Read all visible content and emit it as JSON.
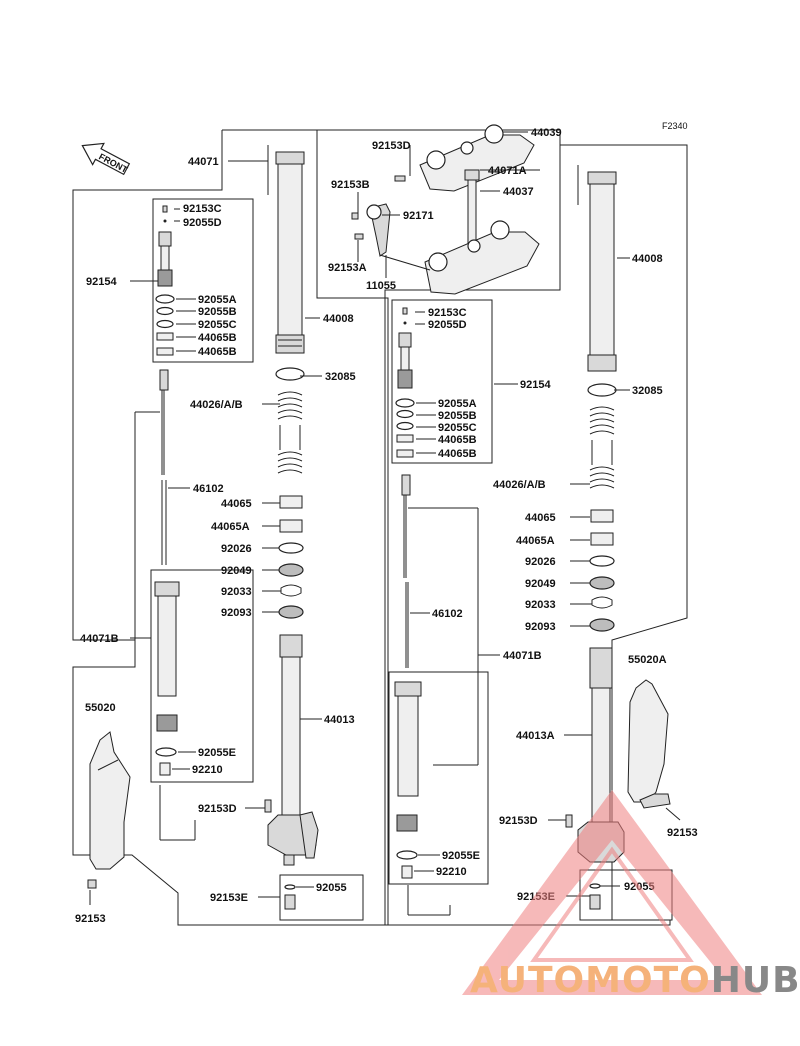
{
  "diagram": {
    "code": "F2340",
    "front_arrow": "FRONT",
    "labels": {
      "l44071": "44071",
      "l44008_left": "44008",
      "l92153C_left": "92153C",
      "l92055D_left": "92055D",
      "l92154_left": "92154",
      "l92055A_left": "92055A",
      "l92055B_left": "92055B",
      "l92055C_left": "92055C",
      "l44065B_left_1": "44065B",
      "l44065B_left_2": "44065B",
      "l32085_left": "32085",
      "l44026_left": "44026/A/B",
      "l46102_left": "46102",
      "l44065_left": "44065",
      "l44065A_left": "44065A",
      "l92026_left": "92026",
      "l92049_left": "92049",
      "l92033_left": "92033",
      "l92093_left": "92093",
      "l44071B_left": "44071B",
      "l44013": "44013",
      "l92055E_left": "92055E",
      "l92210_left": "92210",
      "l55020": "55020",
      "l92153D_left": "92153D",
      "l92153E_left": "92153E",
      "l92055_left": "92055",
      "l92153_left": "92153",
      "l92153D_top": "92153D",
      "l44039": "44039",
      "l92153B": "92153B",
      "l44071A": "44071A",
      "l44037": "44037",
      "l92171": "92171",
      "l92153A": "92153A",
      "l11055": "11055",
      "l44008_right": "44008",
      "l92153C_right": "92153C",
      "l92055D_right": "92055D",
      "l92154_right": "92154",
      "l92055A_right": "92055A",
      "l92055B_right": "92055B",
      "l92055C_right": "92055C",
      "l44065B_right_1": "44065B",
      "l44065B_right_2": "44065B",
      "l32085_right": "32085",
      "l44026_right": "44026/A/B",
      "l44065_right": "44065",
      "l44065A_right": "44065A",
      "l92026_right": "92026",
      "l92049_right": "92049",
      "l92033_right": "92033",
      "l92093_right": "92093",
      "l46102_right": "46102",
      "l44071B_right": "44071B",
      "l55020A": "55020A",
      "l44013A": "44013A",
      "l92153D_right": "92153D",
      "l92153_right": "92153",
      "l92055E_right": "92055E",
      "l92210_right": "92210",
      "l92153E_right": "92153E",
      "l92055_right": "92055"
    }
  },
  "watermark": {
    "part1": "AUTOMOTO",
    "part2": "HUB",
    "color_a": "#f5b27a",
    "color_b": "#888888",
    "triangle_color": "#f08080"
  }
}
